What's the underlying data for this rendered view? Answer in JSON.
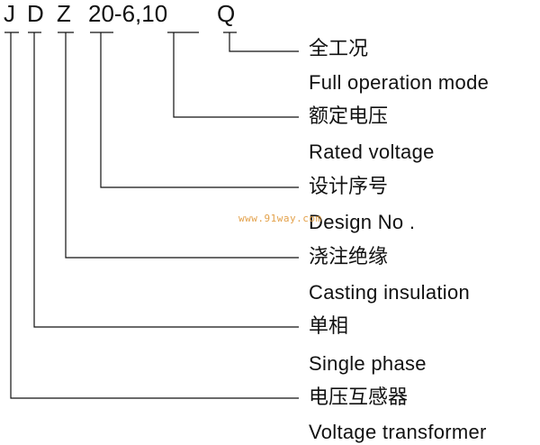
{
  "model_code": {
    "parts": [
      "J",
      "D",
      "Z",
      "20-6,10",
      "Q"
    ]
  },
  "entries": [
    {
      "zh": "全工况",
      "en": "Full operation mode"
    },
    {
      "zh": "额定电压",
      "en": "Rated voltage"
    },
    {
      "zh": "设计序号",
      "en": "Design No ."
    },
    {
      "zh": "浇注绝缘",
      "en": "Casting insulation"
    },
    {
      "zh": "单相",
      "en": "Single phase"
    },
    {
      "zh": "电压互感器",
      "en": "Voltage transformer"
    }
  ],
  "watermark": "www.91way.com",
  "colors": {
    "ink": "#111111",
    "watermark": "#e3a14a"
  }
}
